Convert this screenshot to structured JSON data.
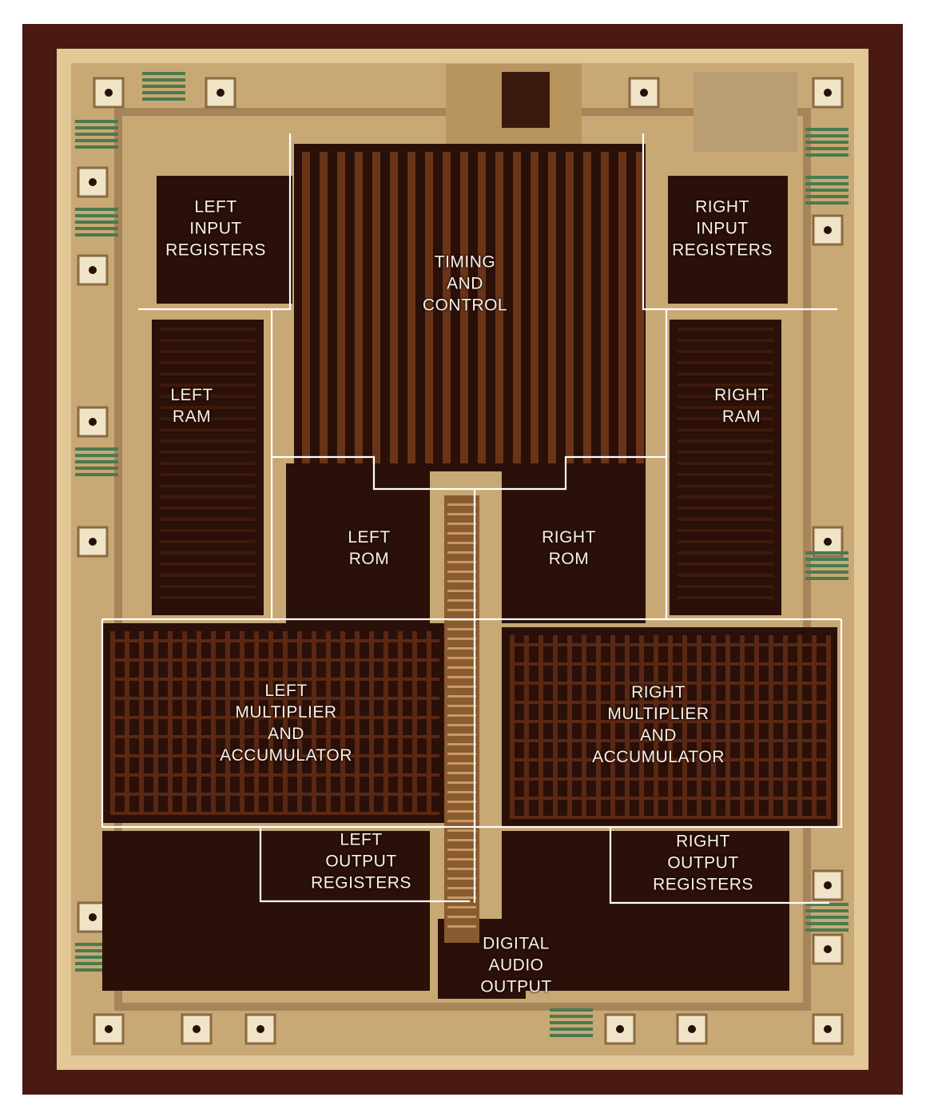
{
  "figure": {
    "colors": {
      "border": "#4a1a12",
      "substrate": "#c8a874",
      "metal": "#e2c896",
      "block": "#2a1008",
      "trace": "#6a3418",
      "outline": "#ffffff",
      "label": "#f7f2e8"
    },
    "regions": [
      {
        "id": "left-input-registers",
        "lines": [
          "LEFT",
          "INPUT",
          "REGISTERS"
        ]
      },
      {
        "id": "right-input-registers",
        "lines": [
          "RIGHT",
          "INPUT",
          "REGISTERS"
        ]
      },
      {
        "id": "timing-and-control",
        "lines": [
          "TIMING",
          "AND",
          "CONTROL"
        ]
      },
      {
        "id": "left-ram",
        "lines": [
          "LEFT",
          "RAM"
        ]
      },
      {
        "id": "right-ram",
        "lines": [
          "RIGHT",
          "RAM"
        ]
      },
      {
        "id": "left-rom",
        "lines": [
          "LEFT",
          "ROM"
        ]
      },
      {
        "id": "right-rom",
        "lines": [
          "RIGHT",
          "ROM"
        ]
      },
      {
        "id": "left-multiplier-and-accumulator",
        "lines": [
          "LEFT",
          "MULTIPLIER",
          "AND",
          "ACCUMULATOR"
        ]
      },
      {
        "id": "right-multiplier-and-accumulator",
        "lines": [
          "RIGHT",
          "MULTIPLIER",
          "AND",
          "ACCUMULATOR"
        ]
      },
      {
        "id": "left-output-registers",
        "lines": [
          "LEFT",
          "OUTPUT",
          "REGISTERS"
        ]
      },
      {
        "id": "right-output-registers",
        "lines": [
          "RIGHT",
          "OUTPUT",
          "REGISTERS"
        ]
      },
      {
        "id": "digital-audio-output",
        "lines": [
          "DIGITAL",
          "AUDIO",
          "OUTPUT"
        ]
      }
    ]
  }
}
